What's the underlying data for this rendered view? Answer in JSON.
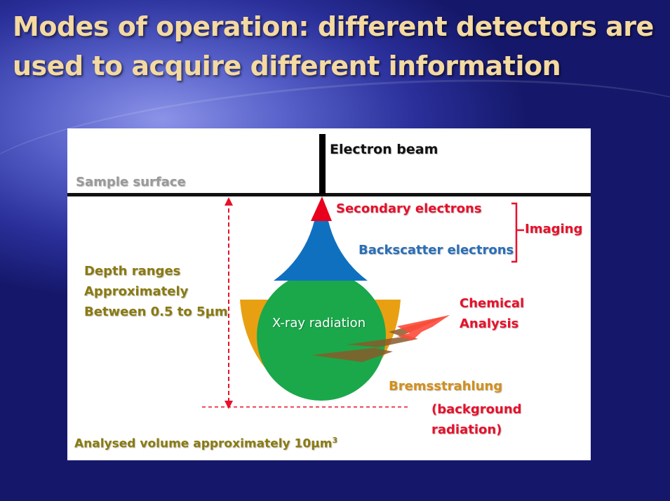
{
  "slide": {
    "title": "Modes of operation: different detectors are used to acquire different information"
  },
  "diagram": {
    "electron_beam": "Electron beam",
    "sample_surface": "Sample surface",
    "secondary_electrons": "Secondary electrons",
    "backscatter_electrons": "Backscatter electrons",
    "imaging": "Imaging",
    "depth_line1": "Depth ranges",
    "depth_line2": "Approximately",
    "depth_line3": "Between 0.5 to 5µm",
    "xray_radiation": "X-ray radiation",
    "chemical_line1": "Chemical",
    "chemical_line2": "Analysis",
    "bremsstrahlung": "Bremsstrahlung",
    "background_line1": "(background",
    "background_line2": "radiation)",
    "analysed_volume": "Analysed volume approximately  10µm",
    "analysed_volume_exp": "3"
  },
  "colors": {
    "beam": "#000000",
    "secondary": "#e8001c",
    "backscatter": "#0070c0",
    "xray": "#1aa84a",
    "bremsstrahlung": "#e8a012",
    "label_olive": "#8a7a10",
    "label_red": "#e8102a",
    "label_blue": "#2a6fb8",
    "label_orange": "#d4901c"
  }
}
